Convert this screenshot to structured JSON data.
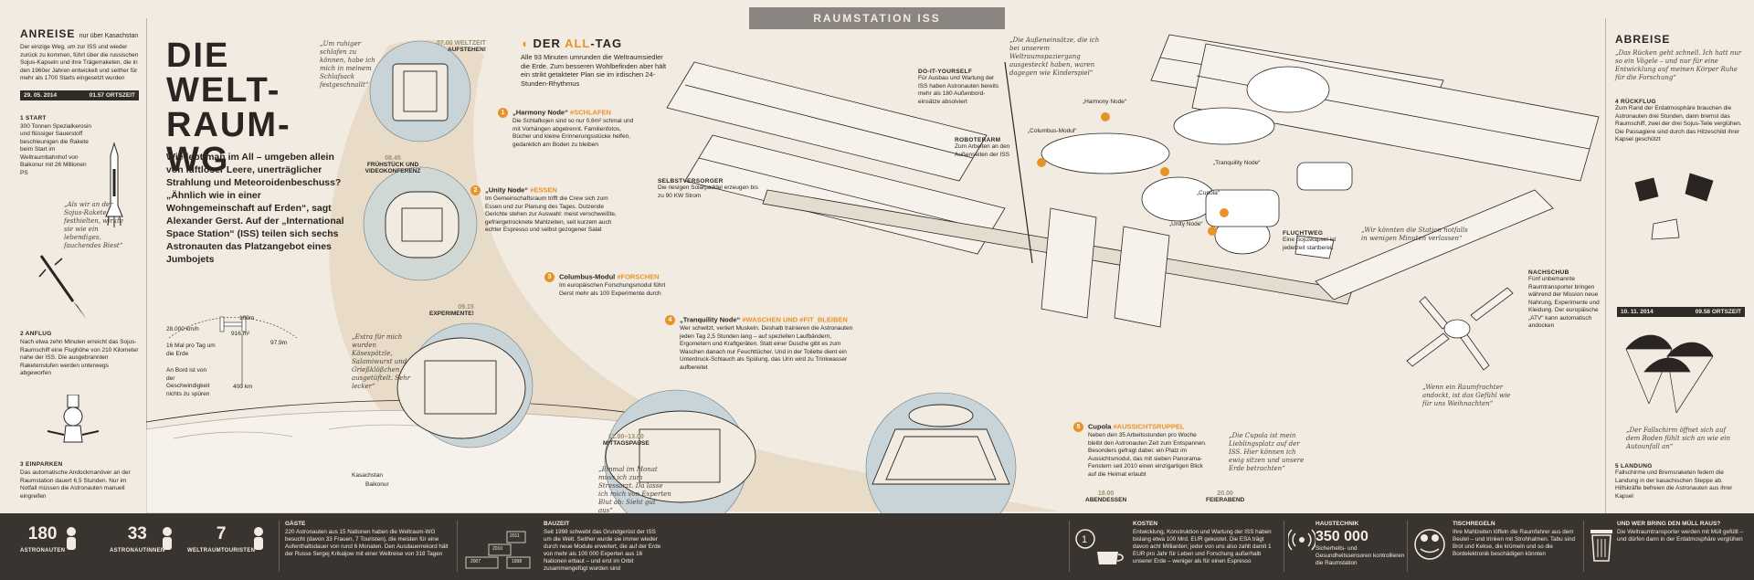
{
  "banner": "RAUMSTATION ISS",
  "left": {
    "anreise_title": "ANREISE",
    "anreise_sub": "nur über Kasachstan",
    "anreise_text": "Der einzige Weg, um zur ISS und wieder zurück zu kommen, führt über die russischen Sojus-Kapseln und ihre Trägerraketen, die in den 1960er Jahren entwickelt und seither für mehr als 1700 Starts eingesetzt wurden",
    "date1_left": "29. 05. 2014",
    "date1_right": "01.57 ORTSZEIT",
    "start_title": "1 START",
    "start_text": "300 Tonnen Spezialkerosin und flüssiger Sauerstoff beschleunigen die Rakete beim Start im Weltraumbahnhof von Baikonur mit 26 Millionen PS",
    "quote1": "„Als wir an der Sojus-Rakete festhielten, wirkte sie wie ein lebendiges, fauchendes Biest“",
    "anflug_title": "2 ANFLUG",
    "anflug_text": "Nach etwa zehn Minuten erreicht das Sojus-Raumschiff eine Flughöhe von 210 Kilometer nahe der ISS. Die ausgebrannten Raketenstufen werden unterwegs abgeworfen",
    "einparken_title": "3 EINPARKEN",
    "einparken_text": "Das automatische Andockmanöver an der Raumstation dauert 6,5 Stunden. Nur im Notfall müssen die Astronauten manuell eingreifen"
  },
  "title": {
    "line1": "DIE",
    "line2": "WELT-",
    "line3": "RAUM-WG",
    "intro": "Wie lebt man im All – umgeben allein von luftloser Leere, unerträglicher Strahlung und Meteoroidenbeschuss? „Ähnlich wie in einer Wohngemeinschaft auf Erden“, sagt Alexander Gerst. Auf der „International Space Station“ (ISS) teilen sich sechs Astronauten das Platzangebot eines Jumbojets"
  },
  "orbit": {
    "speed": "28.000 km/h",
    "height": "400 km",
    "lap": "16 Mal pro Tag um die Erde",
    "width": "109m",
    "length": "97,9m",
    "depth": "916 m²",
    "onboard": "An Bord ist von der Geschwindigkeit nichts zu spüren",
    "kasachstan": "Kasachstan",
    "baikonur": "Baikonur"
  },
  "timeline": {
    "t1_time": "07.00 WELTZEIT",
    "t1_cap": "AUFSTEHEN!",
    "t1_quote": "„Um ruhiger schlafen zu können, habe ich mich in meinem Schlafsack festgeschnallt“",
    "t2_time": "08.45",
    "t2_cap": "FRÜHSTÜCK UND VIDEOKONFERENZ",
    "t3_time": "09.15",
    "t3_cap": "EXPERIMENTE!",
    "t3_quote": "„Extra für mich wurden Käsespätzle, Salamiwurst und Grießklößchen ausgetüftelt. Sehr lecker“",
    "t4_time": "12.00–13.00",
    "t4_cap": "MITTAGSPAUSE",
    "t4_quote": "„Einmal im Monat muss ich zum Stressarzt. Da lasse ich mich von Experten Blut ab: Sieht gut aus“",
    "t5_time": "18.00",
    "t5_cap": "ABENDESSEN",
    "t6_time": "20.00",
    "t6_cap": "FEIERABEND"
  },
  "alltag": {
    "title_a": "DER ",
    "title_b": "ALL",
    "title_c": "-TAG",
    "text": "Alle 93 Minuten umrunden die Weltraumsiedler die Erde. Zum besseren Wohlbefinden aber hält ein strikt getakteter Plan sie im irdischen 24-Stunden-Rhythmus",
    "i1_title": "„Harmony Node“",
    "i1_tag": "#SCHLAFEN",
    "i1_text": "Die Schlafkojen sind so nur 0,6m² schmal und mit Vorhängen abgetrennt. Familienfotos, Bücher und kleine Erinnerungsstücke helfen, gedanklich am Boden zu bleiben",
    "i2_title": "„Unity Node“",
    "i2_tag": "#ESSEN",
    "i2_text": "Im Gemeinschaftsraum trifft die Crew sich zum Essen und zur Planung des Tages. Dutzende Gerichte stehen zur Auswahl: meist verschweißte, gefriergetrocknete Mahlzeiten, seit kurzem auch echter Espresso und selbst gezogener Salat",
    "i3_title": "Columbus-Modul",
    "i3_tag": "#FORSCHEN",
    "i3_text": "Im europäischen Forschungsmodul führt Gerst mehr als 100 Experimente durch",
    "i4_title": "„Tranquility Node“",
    "i4_tag": "#WASCHEN UND #FIT_BLEIBEN",
    "i4_text": "Wer schwitzt, verliert Muskeln. Deshalb trainieren die Astronauten jeden Tag 2,5 Stunden lang – auf speziellen Laufbändern, Ergometern und Kraftgeräten. Statt einer Dusche gibt es zum Waschen danach nur Feuchttücher. Und in der Toilette dient ein Unterdruck-Schlauch als Spülung, das Urin wird zu Trinkwasser aufbereitet",
    "i5_title": "Cupola",
    "i5_tag": "#AUSSICHTSRUPPEL",
    "i5_text": "Neben den 35 Arbeitsstunden pro Woche bleibt den Astronauten Zeit zum Entspannen. Besonders gefragt dabei: ein Platz im Aussichtsmodul, das mit sieben Panorama-Fenstern seit 2010 einen einzigartigen Blick auf die Heimat erlaubt",
    "i5_quote": "„Die Cupola ist mein Lieblingsplatz auf der ISS. Hier können ich ewig sitzen und unsere Erde betrachten“"
  },
  "station": {
    "selbstversorger_title": "SELBSTVERSORGER",
    "selbstversorger_text": "Die riesigen Solarpaddel erzeugen bis zu 90 KW Strom",
    "diy_title": "DO-IT-YOURSELF",
    "diy_text": "Für Ausbau und Wartung der ISS haben Astronauten bereits mehr als 180 Außenbord-einsätze absolviert",
    "diy_quote": "„Die Außeneinsätze, die ich bei unserem Weltraumspaziergang ausgesteckt haben, waren dagegen wie Kinderspiel“",
    "robot_title": "ROBOTERARM",
    "robot_text": "Zum Arbeiten an den Außenseiten der ISS",
    "l_harmony": "„Harmony Node“",
    "l_columbus": "„Columbus-Modul“",
    "l_tranquility": "„Tranquility Node“",
    "l_cupola": "„Cupola“",
    "l_unity": "„Unity Node“",
    "flucht_title": "FLUCHTWEG",
    "flucht_text": "Eine Sojuskapsel ist jederzeit startbereit",
    "flucht_quote": "„Wir könnten die Station notfalls in wenigen Minuten verlassen“",
    "nachschub_title": "NACHSCHUB",
    "nachschub_text": "Fünf unbemannte Raumtransporter bringen während der Mission neue Nahrung, Experimente und Kleidung. Der europäische „ATV“ kann automatisch andocken",
    "nachschub_quote": "„Wenn ein Raumfrachter andockt, ist das Gefühl wie für uns Weihnachten“"
  },
  "right": {
    "abreise_title": "ABREISE",
    "abreise_quote": "„Das Rücken geht schnell. Ich hatt nur so ein Vögele – und nur für eine Entwicklung auf meinen Körper Ruhe für die Forschung“",
    "rueckflug_title": "4 RÜCKFLUG",
    "rueckflug_text": "Zum Rand der Erdatmosphäre brauchen die Astronauten drei Stunden, dann bremst das Raumschiff, zwei der drei Sojus-Teile verglühen. Die Passagiere sind durch das Hitzeschild ihrer Kapsel geschützt",
    "date2_left": "10. 11. 2014",
    "date2_right": "09.58 ORTSZEIT",
    "landing_quote": "„Der Fallschirm öffnet sich auf dem Boden fühlt sich an wie ein Autounfall an“",
    "landung_title": "5 LANDUNG",
    "landung_text": "Fallschirme und Bremsraketen federn die Landung in der kasachischen Steppe ab. Hilfskräfte befreien die Astronauten aus ihrer Kapsel"
  },
  "footer": {
    "n1": "180",
    "c1": "ASTRONAUTEN",
    "n2": "33",
    "c2": "ASTRONAUTINNEN",
    "n3": "7",
    "c3": "WELTRAUMTOURISTEN",
    "gaeste_title": "GÄSTE",
    "gaeste_text": "220 Astronauten aus 15 Nationen haben die Weltraum-WG besucht (davon 33 Frauen, 7 Touristen), die meisten für eine Aufenthaltsdauer von rund 6 Monaten. Den Ausdauerrekord hält der Russe Sergej Krikaljow mit einer Weltreise von 318 Tagen",
    "bau_title": "BAUZEIT",
    "bau_text": "Seit 1998 schwebt das Grundgerüst der ISS um die Welt. Seither wurde sie immer wieder durch neue Module erweitert, die auf der Erde von mehr als 100 000 Experten aus 16 Nationen erbaut – und erst im Orbit zusammengefügt wurden sind",
    "y1": "2011",
    "y2": "2010",
    "y3": "1998",
    "y4": "2007",
    "kosten_title": "KOSTEN",
    "kosten_text": "Entwicklung, Konstruktion und Wartung der ISS haben bislang etwa 100 Mrd. EUR gekostet. Die ESA trägt davon acht Milliarden; jeder von uns also zahlt damit 1 EUR pro Jahr für Leben und Forschung außerhalb unserer Erde – weniger als für einen Espresso",
    "tech_title": "HAUSTECHNIK",
    "tech_num": "350 000",
    "tech_text": "Sicherheits- und Gesundheitssensoren kontrollieren die Raumstation",
    "tisch_title": "TISCHREGELN",
    "tisch_text": "Ihre Mahlzeiten löffeln die Raumfahrer aus dem Beutel – und trinken mit Strohhalmen. Tabu sind Brot und Kekse, die krümeln und so die Bordelektronik beschädigen könnten",
    "muell_title": "UND WER BRING DEN MÜLL RAUS?",
    "muell_text": "Die Weltraumtransporter werden mit Müll gefüllt – und dürfen dann in der Erdatmosphäre verglühen"
  }
}
